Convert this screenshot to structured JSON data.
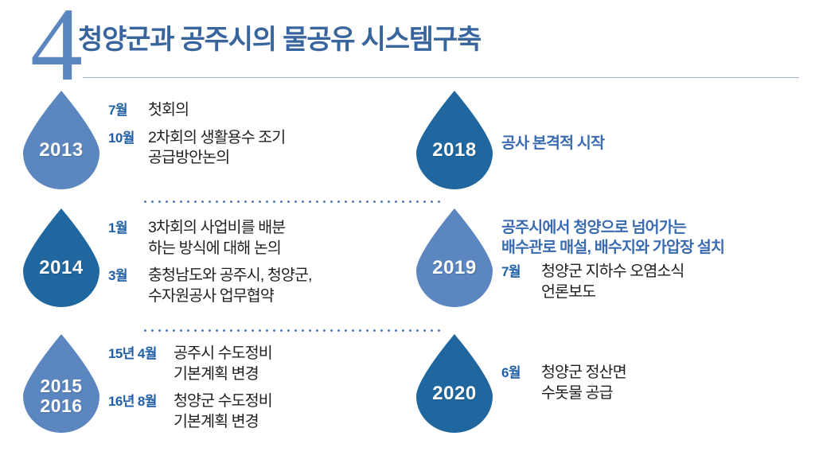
{
  "header": {
    "section_number": "4",
    "title": "청양군과 공주시의 물공유 시스템구축"
  },
  "colors": {
    "drop_light": "#5b86bf",
    "drop_dark": "#1f679e",
    "title_blue": "#39659e",
    "month_blue": "#1f5fa8",
    "headline_blue": "#3a6bb0",
    "body_text": "#231f20",
    "rule": "#9fb4d4",
    "dotted": "#4a7ab8"
  },
  "timeline": {
    "left_column": [
      {
        "year_label_line1": "2013",
        "year_label_line2": "",
        "drop_shade": "light",
        "headline": "",
        "entries": [
          {
            "month": "7월",
            "text": "첫회의"
          },
          {
            "month": "10월",
            "text": "2차회의 생활용수 조기\n공급방안논의"
          }
        ]
      },
      {
        "year_label_line1": "2014",
        "year_label_line2": "",
        "drop_shade": "dark",
        "headline": "",
        "entries": [
          {
            "month": "1월",
            "text": "3차회의 사업비를 배분\n하는 방식에 대해 논의"
          },
          {
            "month": "3월",
            "text": "충청남도와 공주시, 청양군,\n수자원공사 업무협약"
          }
        ]
      },
      {
        "year_label_line1": "2015",
        "year_label_line2": "2016",
        "drop_shade": "light",
        "headline": "",
        "entries": [
          {
            "month": "15년 4월",
            "text": "공주시 수도정비\n기본계획 변경"
          },
          {
            "month": "16년 8월",
            "text": "청양군 수도정비\n기본계획 변경"
          }
        ]
      }
    ],
    "right_column": [
      {
        "year_label_line1": "2018",
        "year_label_line2": "",
        "drop_shade": "dark",
        "headline": "공사 본격적 시작",
        "entries": []
      },
      {
        "year_label_line1": "2019",
        "year_label_line2": "",
        "drop_shade": "light",
        "headline": "공주시에서 청양으로 넘어가는\n배수관로 매설, 배수지와 가압장 설치",
        "entries": [
          {
            "month": "7월",
            "text": "청양군 지하수 오염소식\n언론보도"
          }
        ]
      },
      {
        "year_label_line1": "2020",
        "year_label_line2": "",
        "drop_shade": "dark",
        "headline": "",
        "entries": [
          {
            "month": "6월",
            "text": "청양군 정산면\n수돗물 공급"
          }
        ]
      }
    ]
  }
}
